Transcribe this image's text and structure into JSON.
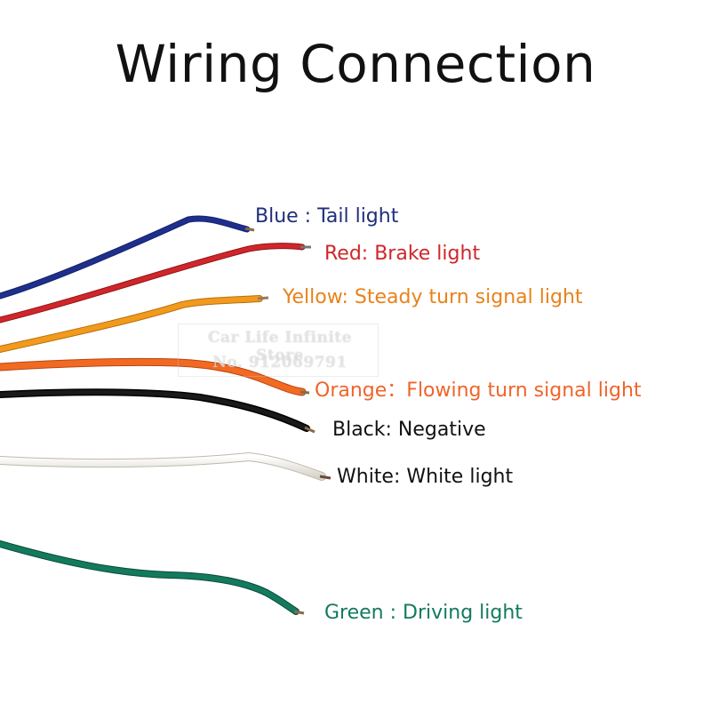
{
  "title": "Wiring Connection",
  "watermark": {
    "line1": "Car Life Infinite Store",
    "line2": "No. 912069791"
  },
  "wires": [
    {
      "id": "blue",
      "label": "Blue : Tail light",
      "color": "#1f2f8c",
      "text_color": "#1f2f7a"
    },
    {
      "id": "red",
      "label": "Red: Brake light",
      "color": "#d0262a",
      "text_color": "#d0262a"
    },
    {
      "id": "yellow",
      "label": "Yellow: Steady turn signal light",
      "color": "#f29a1c",
      "text_color": "#e8821a"
    },
    {
      "id": "orange",
      "label": "Orange：Flowing turn signal light",
      "color": "#f26a22",
      "text_color": "#f0642a"
    },
    {
      "id": "black",
      "label": "Black: Negative",
      "color": "#1a1a1a",
      "text_color": "#111111"
    },
    {
      "id": "white",
      "label": "White: White light",
      "color": "#f4f1e8",
      "text_color": "#111111"
    },
    {
      "id": "green",
      "label": "Green : Driving light",
      "color": "#137a5e",
      "text_color": "#137a5e"
    }
  ]
}
